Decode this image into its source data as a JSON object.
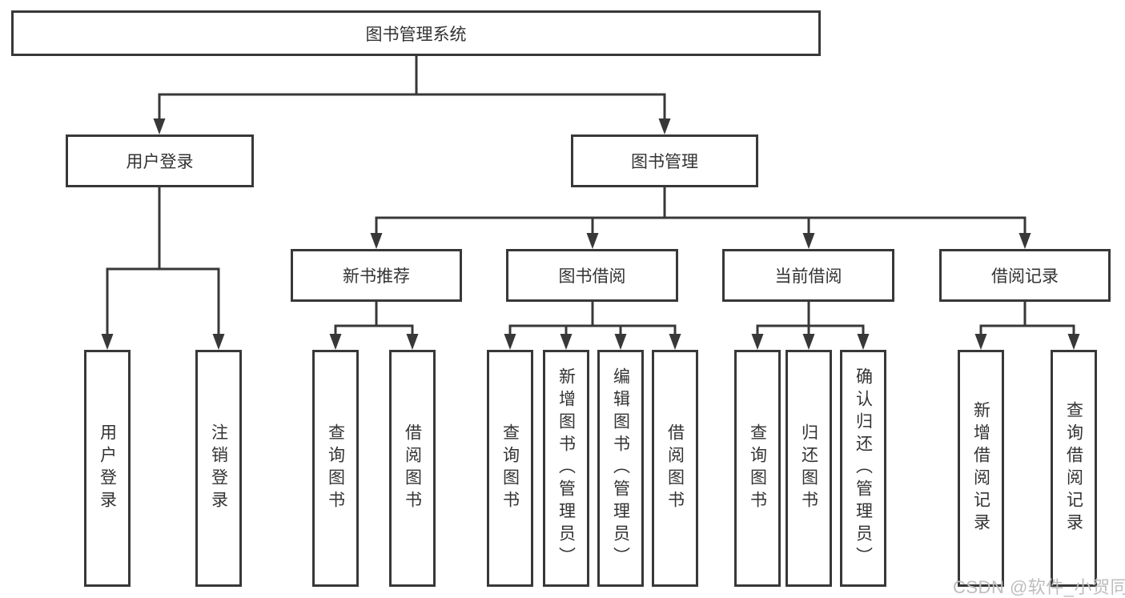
{
  "diagram": {
    "root": {
      "label": "图书管理系统"
    },
    "user": {
      "label": "用户登录",
      "children": [
        {
          "label": "用户登录"
        },
        {
          "label": "注销登录"
        }
      ]
    },
    "book": {
      "label": "图书管理",
      "sections": [
        {
          "label": "新书推荐",
          "children": [
            {
              "label": "查询图书"
            },
            {
              "label": "借阅图书"
            }
          ]
        },
        {
          "label": "图书借阅",
          "children": [
            {
              "label": "查询图书"
            },
            {
              "label": "新增图书（管理员）"
            },
            {
              "label": "编辑图书（管理员）"
            },
            {
              "label": "借阅图书"
            }
          ]
        },
        {
          "label": "当前借阅",
          "children": [
            {
              "label": "查询图书"
            },
            {
              "label": "归还图书"
            },
            {
              "label": "确认归还（管理员）"
            }
          ]
        },
        {
          "label": "借阅记录",
          "children": [
            {
              "label": "新增借阅记录"
            },
            {
              "label": "查询借阅记录"
            }
          ]
        }
      ]
    }
  },
  "watermark": {
    "text": "CSDN @软件_小贺同学"
  },
  "colors": {
    "line": "#383838",
    "text": "#333333",
    "background": "#ffffff",
    "watermark": "#bdbdbd"
  }
}
